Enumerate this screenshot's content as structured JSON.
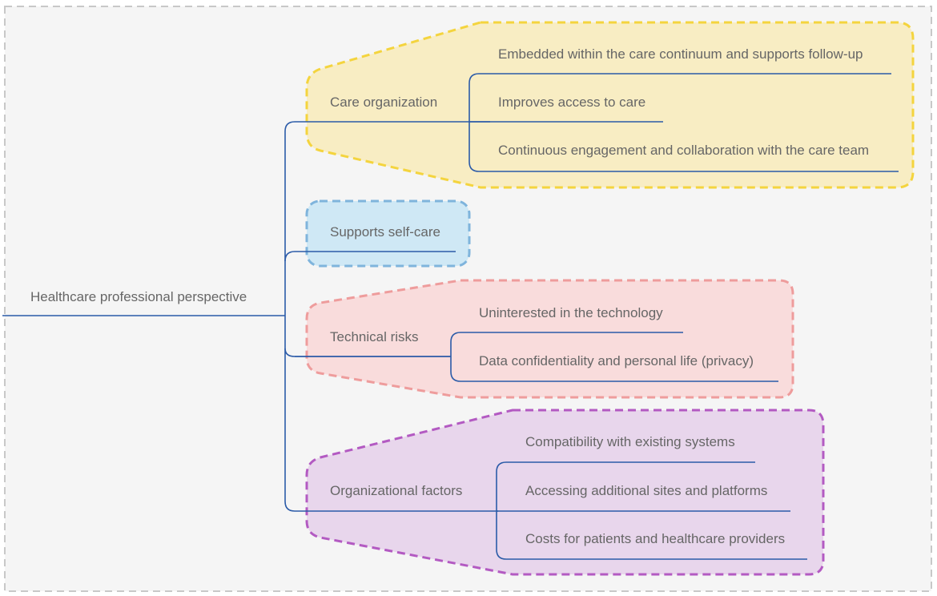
{
  "root": {
    "label": "Healthcare professional perspective"
  },
  "colors": {
    "connector": "#2b5ba8",
    "frame": "#c8c8c8",
    "canvas": "#f5f5f5",
    "text": "#666666",
    "care_fill": "#f8edc3",
    "care_stroke": "#f4d43e",
    "self_fill": "#cfe8f5",
    "self_stroke": "#7fb4dc",
    "tech_fill": "#f9dcdc",
    "tech_stroke": "#ee9c9c",
    "org_fill": "#e8d6ec",
    "org_stroke": "#b35ac2"
  },
  "groups": [
    {
      "label": "Care organization",
      "items": [
        "Embedded within the care continuum and supports follow-up",
        "Improves access to care",
        "Continuous engagement and collaboration with the care team"
      ]
    },
    {
      "label": "Supports self-care",
      "items": []
    },
    {
      "label": "Technical risks",
      "items": [
        "Uninterested in the technology",
        "Data confidentiality and personal life (privacy)"
      ]
    },
    {
      "label": "Organizational factors",
      "items": [
        "Compatibility with existing systems",
        "Accessing additional sites and platforms",
        "Costs for patients and healthcare providers"
      ]
    }
  ]
}
